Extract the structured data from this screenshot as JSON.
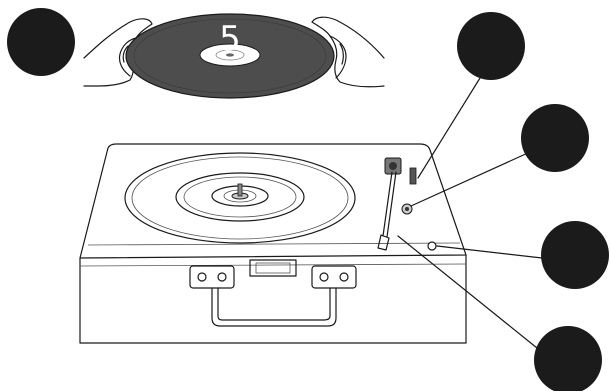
{
  "record_step_number": "5",
  "colors": {
    "callout_fill": "#1b1b1b",
    "record_fill": "#4d4d4d",
    "outline": "#1a1a1a",
    "background": "#ffffff"
  },
  "callouts": [
    {
      "name": "callout-hand-record"
    },
    {
      "name": "callout-arm-rest"
    },
    {
      "name": "callout-speed-selector"
    },
    {
      "name": "callout-power-jack"
    },
    {
      "name": "callout-tonearm"
    }
  ]
}
